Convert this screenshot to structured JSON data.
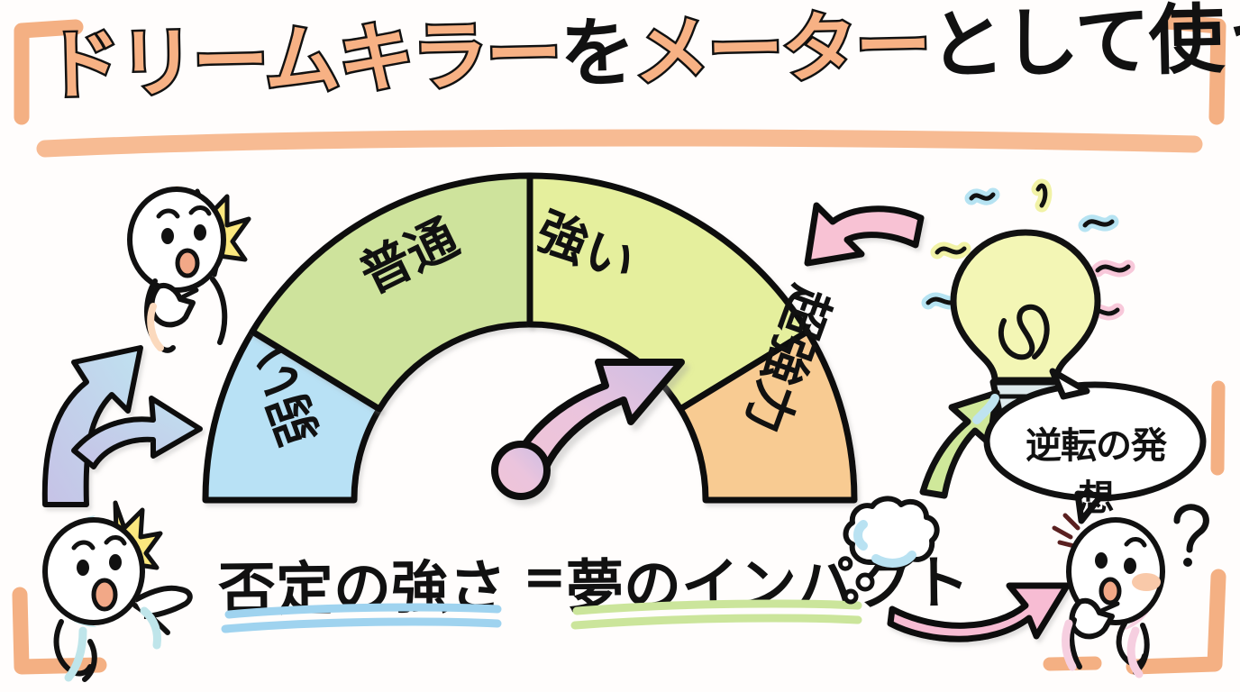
{
  "page": {
    "title": "ドリームキラーをメーターとして使う視点",
    "title_parts": [
      {
        "text": "ドリームキラー",
        "color": "#f7b184"
      },
      {
        "text": "を",
        "color": "#1a1a1a"
      },
      {
        "text": "メーター",
        "color": "#f7b184"
      },
      {
        "text": "として使う視点",
        "color": "#1a1a1a"
      }
    ],
    "background": "#fffdfc"
  },
  "frame": {
    "name": "corner-bracket-frame",
    "color": "#f4b083",
    "title_underline_color": "#f7bb93"
  },
  "gauge": {
    "name": "dream-killer-meter",
    "segments": [
      {
        "label": "弱い",
        "fill": "#b8e1f5",
        "order": 1
      },
      {
        "label": "普通",
        "fill": "#cee39c",
        "order": 2
      },
      {
        "label": "強い",
        "fill": "#e5ef9d",
        "order": 3
      },
      {
        "label": "超強力",
        "fill": "#f8cb92",
        "order": 4
      }
    ],
    "needle": {
      "name": "meter-needle",
      "points_to": "超強力",
      "fill_start": "#f3c6d8",
      "fill_end": "#c9bce2"
    },
    "outline_color": "#111111"
  },
  "formula": {
    "left_term": "否定の強さ",
    "operator": "=",
    "right_term": "夢のインパクト",
    "left_underline_color": "#9fd3ef",
    "right_underline_color": "#cbe59b"
  },
  "speech_bubble": {
    "name": "idea-speech-bubble",
    "text": "逆転の発想",
    "outline": "#111111",
    "fill": "#ffffff"
  },
  "characters": [
    {
      "name": "character-top-left-surprised",
      "shadow": "#fbd9bd",
      "mark": "surprise-burst",
      "mark_color": "#fbe87e"
    },
    {
      "name": "character-bottom-left-surprised",
      "shadow": "#bfe5ea",
      "mark": "surprise-burst",
      "mark_color": "#fbe87e"
    },
    {
      "name": "character-bottom-right-thinking",
      "shadow": "#f6cfe0",
      "mark": "question-mark",
      "mark_text": "?",
      "blush_color": "#f9c9a9"
    }
  ],
  "icons": [
    {
      "name": "lightbulb-icon",
      "bulb_fill": "#f3f6b5",
      "base_fill": "#dde9ec",
      "sparkle_colors": [
        "#b6e3f2",
        "#f1f2a6",
        "#f8c8da"
      ]
    },
    {
      "name": "thought-cloud-icon",
      "fill": "#ffffff",
      "shadow": "#b9e2f2"
    }
  ],
  "arrows": [
    {
      "name": "branching-arrow-left",
      "fill_start": "#c7c3e6",
      "fill_end": "#bfe0ef",
      "direction": "fork-up-right"
    },
    {
      "name": "pink-arrow-to-gauge",
      "fill": "#f8c2d4",
      "direction": "left"
    },
    {
      "name": "green-arrow-to-bubble",
      "fill": "#cfe89a",
      "shadow": "#bfe3f0",
      "direction": "up"
    },
    {
      "name": "pink-arrow-to-character",
      "fill": "#f7bcd3",
      "direction": "right"
    }
  ]
}
